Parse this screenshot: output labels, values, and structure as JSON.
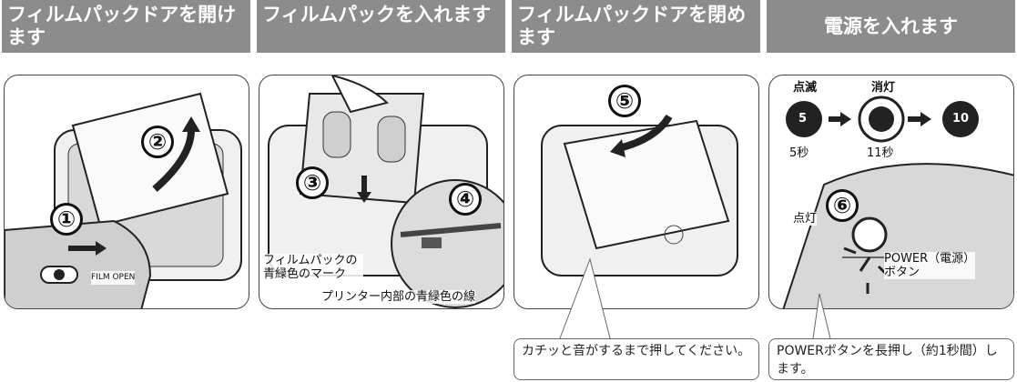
{
  "steps": [
    {
      "title": "フィルムパックドアを開けます",
      "number": "②",
      "sub_number": "①",
      "switch_label": "FILM OPEN"
    },
    {
      "title": "フィルムパックを入れます",
      "number": "③",
      "sub_number": "④",
      "label_pack": "フィルムパックの青緑色のマーク",
      "label_line": "プリンター内部の青緑色の線"
    },
    {
      "title": "フィルムパックドアを閉めます",
      "number": "⑤",
      "callout": "カチッと音がするまで押してください。"
    },
    {
      "title": "電源を入れます",
      "number": "⑥",
      "blink_label": "点滅",
      "off_label": "消灯",
      "on_label": "点灯",
      "state_5": "5",
      "state_10": "10",
      "sec_5": "5秒",
      "sec_11": "11秒",
      "power_label": "POWER（電源）ボタン",
      "callout": "POWERボタンを長押し（約1秒間）します。"
    }
  ]
}
